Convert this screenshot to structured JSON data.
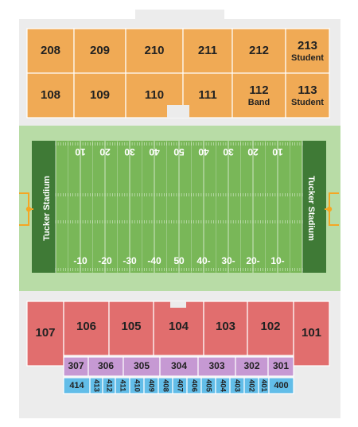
{
  "colors": {
    "background": "#ffffff",
    "concourse": "#ececec",
    "upper_orange": "#f0aa55",
    "field_surround": "#b8dca6",
    "field": "#79b758",
    "endzone": "#3f7a36",
    "yard_text": "#ffffff",
    "lower_red": "#e16e6e",
    "purple": "#c699d3",
    "blue": "#62bde8",
    "goalpost": "#f5a623",
    "divider": "#ffffff"
  },
  "endzones": {
    "left_label": "Tucker Stadium",
    "right_label": "Tucker Stadium"
  },
  "yard_labels": {
    "top": [
      "10",
      "20",
      "30",
      "40",
      "50",
      "40",
      "30",
      "20",
      "10"
    ],
    "bottom": [
      "-10",
      "-20",
      "-30",
      "-40",
      "50",
      "40-",
      "30-",
      "20-",
      "10-"
    ]
  },
  "sections": {
    "north_upper": [
      {
        "id": "208",
        "sub": ""
      },
      {
        "id": "209",
        "sub": ""
      },
      {
        "id": "210",
        "sub": ""
      },
      {
        "id": "211",
        "sub": ""
      },
      {
        "id": "212",
        "sub": ""
      },
      {
        "id": "213",
        "sub": "Student"
      }
    ],
    "north_lower": [
      {
        "id": "108",
        "sub": ""
      },
      {
        "id": "109",
        "sub": ""
      },
      {
        "id": "110",
        "sub": ""
      },
      {
        "id": "111",
        "sub": ""
      },
      {
        "id": "112",
        "sub": "Band"
      },
      {
        "id": "113",
        "sub": "Student"
      }
    ],
    "south_main": [
      {
        "id": "107"
      },
      {
        "id": "106"
      },
      {
        "id": "105"
      },
      {
        "id": "104"
      },
      {
        "id": "103"
      },
      {
        "id": "102"
      },
      {
        "id": "101"
      }
    ],
    "south_300": [
      "307",
      "306",
      "305",
      "304",
      "303",
      "302",
      "301"
    ],
    "south_400": [
      "414",
      "413",
      "412",
      "411",
      "410",
      "409",
      "408",
      "407",
      "406",
      "405",
      "404",
      "403",
      "402",
      "401",
      "400"
    ]
  }
}
